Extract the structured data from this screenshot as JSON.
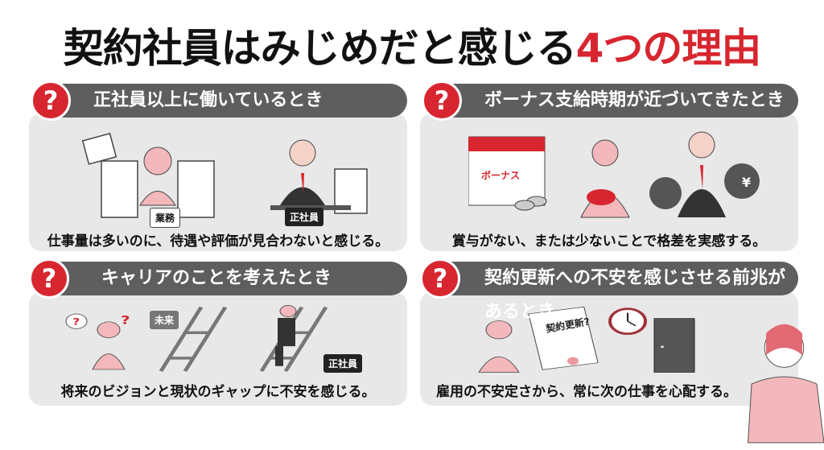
{
  "title": {
    "main": "契約社員はみじめだと感じる",
    "accent": "4つの理由"
  },
  "accent_color": "#d7262f",
  "question_icon": "?",
  "reasons": [
    {
      "heading": "正社員以上に働いているとき",
      "caption": "仕事量は多いのに、待遇や評価が見合わないと感じる。",
      "labels": [
        "業務",
        "正社員"
      ]
    },
    {
      "heading": "ボーナス支給時期が近づいてきたとき",
      "caption": "賞与がない、または少ないことで格差を実感する。",
      "labels": [
        "ボーナス",
        "¥"
      ]
    },
    {
      "heading": "キャリアのことを考えたとき",
      "caption": "将来のビジョンと現状のギャップに不安を感じる。",
      "labels": [
        "未来",
        "正社員"
      ]
    },
    {
      "heading": "契約更新への不安を感じさせる前兆があるとき",
      "caption": "雇用の不安定さから、常に次の仕事を心配する。",
      "labels": [
        "契約更新?"
      ]
    }
  ]
}
